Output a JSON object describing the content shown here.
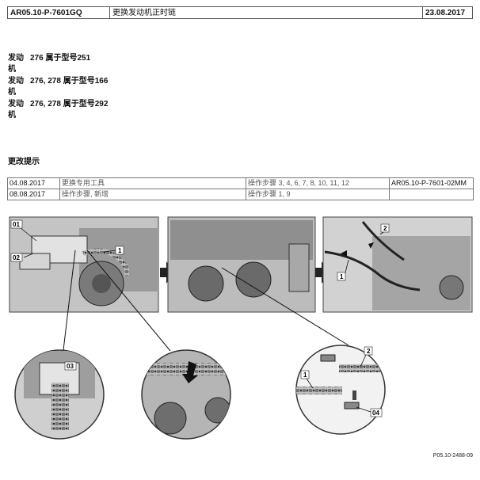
{
  "header": {
    "doc_id": "AR05.10-P-7601GQ",
    "title": "更换发动机正时链",
    "date": "23.08.2017"
  },
  "models": [
    {
      "label": "发动机",
      "value": "276 属于型号251"
    },
    {
      "label": "发动机",
      "value": "276, 278 属于型号166"
    },
    {
      "label": "发动机",
      "value": "276, 278 属于型号292"
    }
  ],
  "changes_title": "更改提示",
  "changes": [
    {
      "date": "04.08.2017",
      "desc": "更换专用工具",
      "steps": "操作步骤 3, 4, 6, 7, 8, 10, 11, 12",
      "ref": "AR05.10-P-7601-02MM"
    },
    {
      "date": "08.08.2017",
      "desc": "操作步骤, 新增",
      "steps": "操作步骤 1, 9",
      "ref": ""
    }
  ],
  "figure": {
    "callouts": {
      "c01": "01",
      "c02": "02",
      "c1a": "1",
      "c03": "03",
      "c1b": "1",
      "c2a": "2",
      "c1c": "1",
      "c2b": "2",
      "c04": "04"
    },
    "code": "P05.10-2488-09"
  }
}
